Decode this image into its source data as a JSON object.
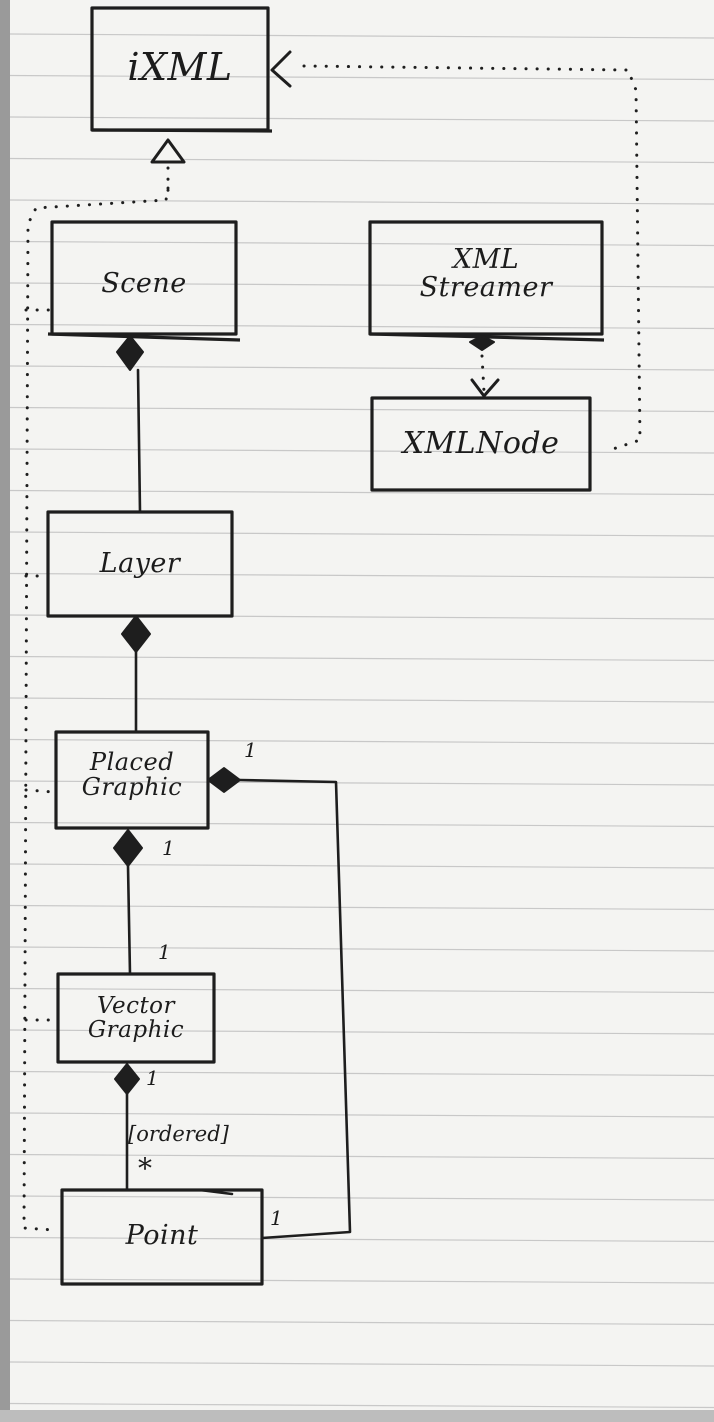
{
  "diagram": {
    "classes": {
      "ixml": "iXML",
      "scene": "Scene",
      "xml_streamer": "XML\nStreamer",
      "xml_node": "XMLNode",
      "layer": "Layer",
      "placed_graphic": "Placed\nGraphic",
      "vector_graphic": "Vector\nGraphic",
      "point": "Point"
    },
    "multiplicities": {
      "placed_graphic_self_end": "1",
      "placed_graphic_bottom": "1",
      "vector_graphic_top": "1",
      "vector_graphic_bottom": "1",
      "point_many": "*",
      "point_right": "1"
    },
    "constraints": {
      "ordered": "[ordered]"
    }
  },
  "colors": {
    "paper": "#f4f4f2",
    "rule_line": "#c8c8c8",
    "ink": "#1e1e1e"
  }
}
